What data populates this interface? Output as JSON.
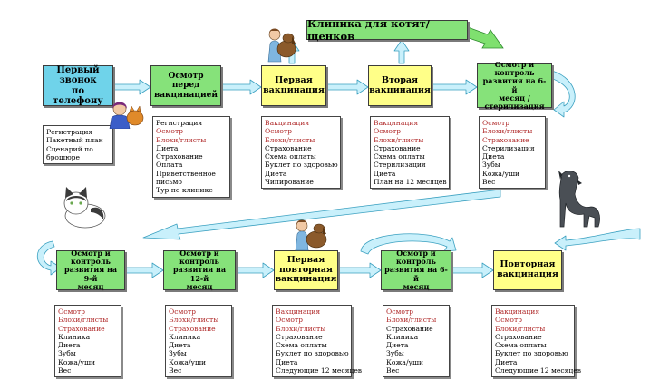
{
  "title": "Клиника для котят/щенков",
  "steps": [
    {
      "label": "Первый звонок\nпо телефону"
    },
    {
      "label": "Осмотр перед\nвакцинацией"
    },
    {
      "label": "Первая\nвакцинация"
    },
    {
      "label": "Вторая\nвакцинация"
    },
    {
      "label": "Осмотр и контроль\nразвития на 6-й\nмесяц /\nстерилизация"
    },
    {
      "label": "Осмотр и\nконтроль\nразвития на 9-й\nмесяц"
    },
    {
      "label": "Осмотр и контроль\nразвития на 12-й\nмесяц"
    },
    {
      "label": "Первая\nповторная\nвакцинация"
    },
    {
      "label": "Осмотр и\nконтроль\nразвития на 6-й\nмесяц"
    },
    {
      "label": "Повторная\nвакцинация"
    }
  ],
  "lists": [
    {
      "items": [
        {
          "text": "Регистрация"
        },
        {
          "text": "Пакетный план"
        },
        {
          "text": "Сценарий по"
        },
        {
          "text": "брошюре"
        }
      ]
    },
    {
      "items": [
        {
          "text": "Регистрация"
        },
        {
          "text": "Осмотр",
          "color": "red"
        },
        {
          "text": "Блохи/глисты",
          "color": "red"
        },
        {
          "text": "Диета"
        },
        {
          "text": "Страхование"
        },
        {
          "text": "Оплата"
        },
        {
          "text": "Приветственное"
        },
        {
          "text": "письмо"
        },
        {
          "text": "Тур по клинике"
        }
      ]
    },
    {
      "items": [
        {
          "text": "Вакцинация",
          "color": "red"
        },
        {
          "text": "Осмотр",
          "color": "red"
        },
        {
          "text": "Блохи/глисты",
          "color": "red"
        },
        {
          "text": "Страхование"
        },
        {
          "text": "Схема оплаты"
        },
        {
          "text": "Буклет по здоровью"
        },
        {
          "text": "Диета"
        },
        {
          "text": "Чипирование"
        }
      ]
    },
    {
      "items": [
        {
          "text": "Вакцинация",
          "color": "red"
        },
        {
          "text": "Осмотр",
          "color": "red"
        },
        {
          "text": "Блохи/глисты",
          "color": "red"
        },
        {
          "text": "Страхование"
        },
        {
          "text": "Схема оплаты"
        },
        {
          "text": "Стерилизация"
        },
        {
          "text": "Диета"
        },
        {
          "text": "План на 12 месяцев"
        }
      ]
    },
    {
      "items": [
        {
          "text": "Осмотр",
          "color": "red"
        },
        {
          "text": "Блохи/глисты",
          "color": "red"
        },
        {
          "text": "Страхование",
          "color": "red"
        },
        {
          "text": "Стерилизация"
        },
        {
          "text": "Диета"
        },
        {
          "text": "Зубы"
        },
        {
          "text": "Кожа/уши"
        },
        {
          "text": "Вес"
        }
      ]
    },
    {
      "items": [
        {
          "text": "Осмотр",
          "color": "red"
        },
        {
          "text": "Блохи/глисты",
          "color": "red"
        },
        {
          "text": "Страхование",
          "color": "red"
        },
        {
          "text": "Клиника"
        },
        {
          "text": "Диета"
        },
        {
          "text": "Зубы"
        },
        {
          "text": "Кожа/уши"
        },
        {
          "text": "Вес"
        }
      ]
    },
    {
      "items": [
        {
          "text": "Осмотр",
          "color": "red"
        },
        {
          "text": "Блохи/глисты",
          "color": "red"
        },
        {
          "text": "Страхование",
          "color": "red"
        },
        {
          "text": "Клиника"
        },
        {
          "text": "Диета"
        },
        {
          "text": "Зубы"
        },
        {
          "text": "Кожа/уши"
        },
        {
          "text": "Вес"
        }
      ]
    },
    {
      "items": [
        {
          "text": "Вакцинация",
          "color": "red"
        },
        {
          "text": "Осмотр",
          "color": "red"
        },
        {
          "text": "Блохи/глисты",
          "color": "red"
        },
        {
          "text": "Страхование"
        },
        {
          "text": "Схема оплаты"
        },
        {
          "text": "Буклет по здоровью"
        },
        {
          "text": "Диета"
        },
        {
          "text": "Следующие 12 месяцев"
        }
      ]
    },
    {
      "items": [
        {
          "text": "Осмотр",
          "color": "red"
        },
        {
          "text": "Блохи/глисты",
          "color": "red"
        },
        {
          "text": "Страхование"
        },
        {
          "text": "Клиника"
        },
        {
          "text": "Диета"
        },
        {
          "text": "Зубы"
        },
        {
          "text": "Кожа/уши"
        },
        {
          "text": "Вес"
        }
      ]
    },
    {
      "items": [
        {
          "text": "Вакцинация",
          "color": "red"
        },
        {
          "text": "Осмотр",
          "color": "red"
        },
        {
          "text": "Блохи/глисты",
          "color": "red"
        },
        {
          "text": "Страхование"
        },
        {
          "text": "Схема оплаты"
        },
        {
          "text": "Буклет по здоровью"
        },
        {
          "text": "Диета"
        },
        {
          "text": "Следующие 12 месяцев"
        }
      ]
    }
  ],
  "colors": {
    "cyan_step": "#6fd3ea",
    "green_step": "#86e27a",
    "yellow_step": "#ffff88",
    "arrow_fill": "#c9f0fb",
    "arrow_stroke": "#3aa0c0",
    "title_arrow": "#7fe06f",
    "highlight_text": "#b02a2a"
  },
  "icons": [
    "cat-illustration",
    "dog-illustration",
    "vet-with-dog-illustration",
    "girl-with-cat-illustration"
  ]
}
